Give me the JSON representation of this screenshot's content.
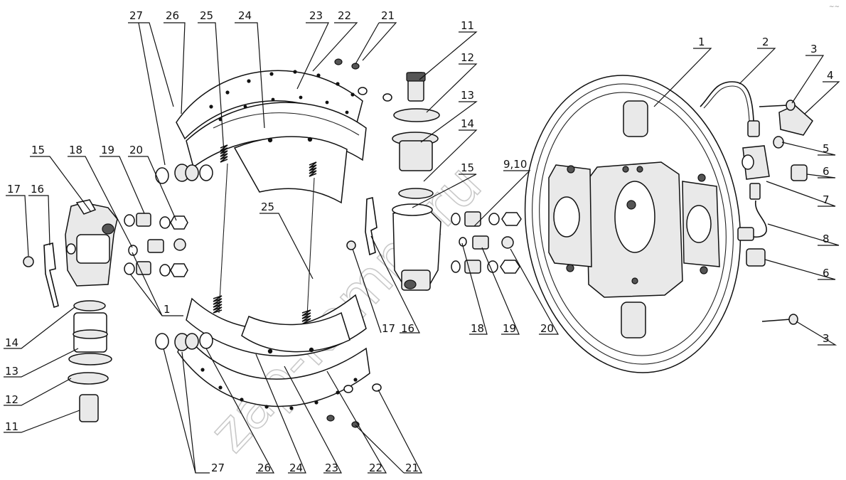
{
  "watermark": "zap-komm.ru",
  "corner_mark": "~~",
  "callouts": {
    "c27_top": "27",
    "c26_top": "26",
    "c25_top": "25",
    "c24_top": "24",
    "c23_top": "23",
    "c22_top": "22",
    "c21_top": "21",
    "c11_mid": "11",
    "c12_mid": "12",
    "c13_mid": "13",
    "c14_mid": "14",
    "c15_mid": "15",
    "c910": "9,10",
    "c17_mid": "17",
    "c16_mid": "16",
    "c18_mid": "18",
    "c19_mid": "19",
    "c20_mid": "20",
    "c15_left": "15",
    "c18_left": "18",
    "c19_left": "19",
    "c20_left": "20",
    "c17_left": "17",
    "c16_left": "16",
    "c1_left": "1",
    "c14_left": "14",
    "c13_left": "13",
    "c12_left": "12",
    "c11_left": "11",
    "c25_center": "25",
    "c27_bot": "27",
    "c26_bot": "26",
    "c24_bot": "24",
    "c23_bot": "23",
    "c22_bot": "22",
    "c21_bot": "21",
    "c1_right": "1",
    "c2": "2",
    "c3_top": "3",
    "c4": "4",
    "c5": "5",
    "c6_top": "6",
    "c7": "7",
    "c8": "8",
    "c6_bot": "6",
    "c3_bot": "3"
  }
}
